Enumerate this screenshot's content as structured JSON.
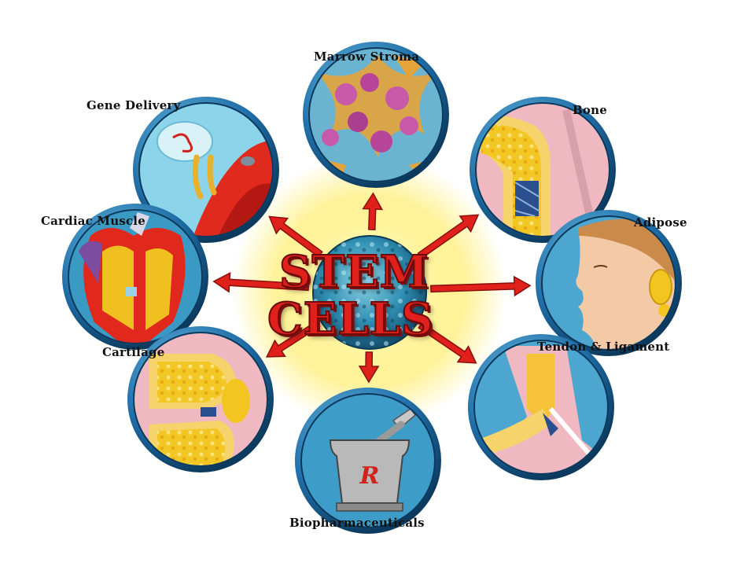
{
  "center": {
    "line1": "STEM",
    "line2": "CELLS"
  },
  "nodes": [
    {
      "label": "Marrow Stroma"
    },
    {
      "label": "Gene Delivery"
    },
    {
      "label": "Bone"
    },
    {
      "label": "Cardiac Muscle"
    },
    {
      "label": "Adipose"
    },
    {
      "label": "Cartilage"
    },
    {
      "label": "Tendon & Ligament"
    },
    {
      "label": "Biopharmaceuticals"
    }
  ],
  "colors": {
    "arrow": "#e0211b",
    "center_text": "#e0211b",
    "circle_rim": "#1f6ea8",
    "glow": "#fff27a"
  },
  "icons": [
    "marrow-stroma-illustration",
    "gene-delivery-illustration",
    "bone-illustration",
    "cardiac-muscle-illustration",
    "adipose-face-illustration",
    "cartilage-illustration",
    "tendon-ligament-illustration",
    "mortar-pestle-icon"
  ]
}
